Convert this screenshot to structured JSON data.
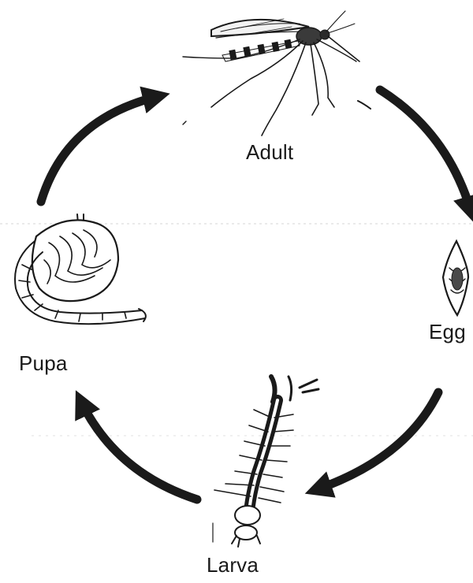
{
  "diagram": {
    "stages": {
      "adult": {
        "label": "Adult",
        "icon": "mosquito-adult-icon"
      },
      "egg": {
        "label": "Egg",
        "icon": "mosquito-egg-icon"
      },
      "larva": {
        "label": "Larva",
        "icon": "mosquito-larva-icon"
      },
      "pupa": {
        "label": "Pupa",
        "icon": "mosquito-pupa-icon"
      }
    },
    "cycle_order": [
      "Adult",
      "Egg",
      "Larva",
      "Pupa"
    ],
    "arrow_direction": "clockwise",
    "colors": {
      "ink": "#1a1a1a",
      "background": "#ffffff"
    }
  }
}
